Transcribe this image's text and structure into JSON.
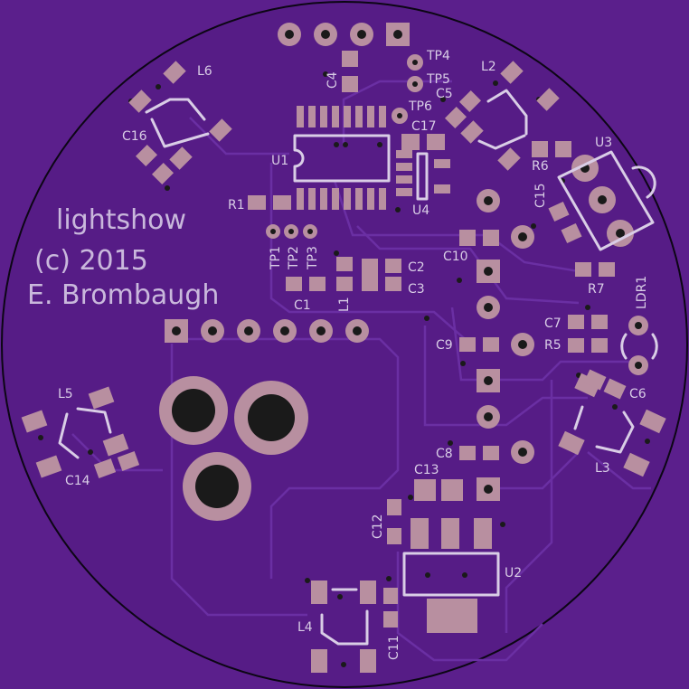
{
  "board": {
    "title_line1": "lightshow",
    "title_line2": "(c) 2015",
    "title_line3": "E. Brombaugh",
    "colors": {
      "board": "#5b1f8c",
      "outline": "#0c0614",
      "silk": "#d9cde6",
      "pad": "#b88fa0",
      "drill": "#1a1a1a"
    }
  },
  "labels": {
    "L6": "L6",
    "C16": "C16",
    "C4": "C4",
    "TP4": "TP4",
    "TP5": "TP5",
    "TP6": "TP6",
    "L2": "L2",
    "C5": "C5",
    "C17": "C17",
    "U1": "U1",
    "U3": "U3",
    "R6": "R6",
    "C15": "C15",
    "R1": "R1",
    "U4": "U4",
    "TP1": "TP1",
    "TP2": "TP2",
    "TP3": "TP3",
    "C10": "C10",
    "C2": "C2",
    "C3": "C3",
    "C1": "C1",
    "L1": "L1",
    "R7": "R7",
    "LDR1": "LDR1",
    "C7": "C7",
    "C9": "C9",
    "R5": "R5",
    "C6": "C6",
    "L5": "L5",
    "C14": "C14",
    "C8": "C8",
    "L3": "L3",
    "C13": "C13",
    "C12": "C12",
    "U2": "U2",
    "L4": "L4",
    "C11": "C11"
  }
}
